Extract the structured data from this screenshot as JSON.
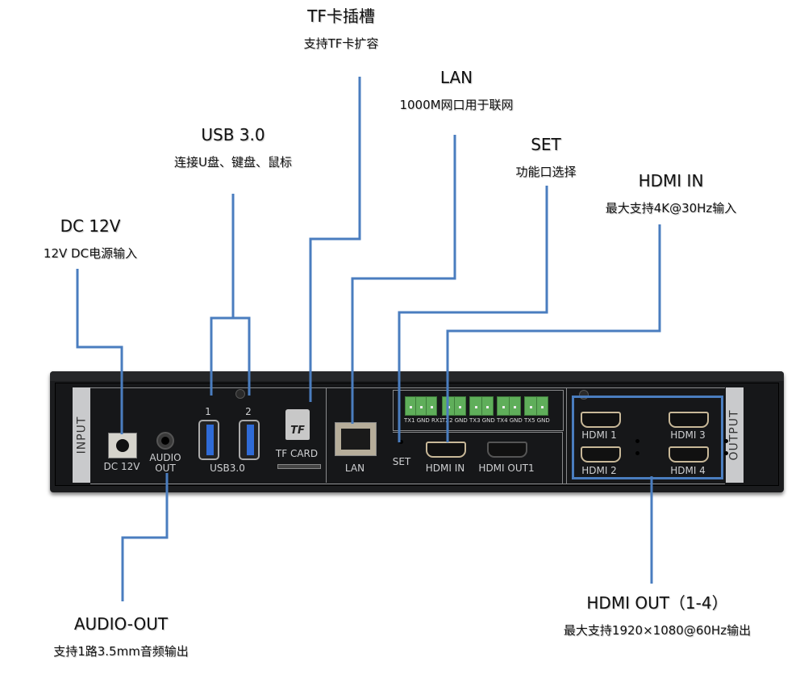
{
  "callouts": {
    "tf_slot": {
      "title": "TF卡插槽",
      "subtitle": "支持TF卡扩容"
    },
    "lan": {
      "title": "LAN",
      "subtitle": "1000M网口用于联网"
    },
    "usb": {
      "title": "USB 3.0",
      "subtitle": "连接U盘、键盘、鼠标"
    },
    "set": {
      "title": "SET",
      "subtitle": "功能口选择"
    },
    "hdmi_in": {
      "title": "HDMI IN",
      "subtitle": "最大支持4K@30Hz输入"
    },
    "dc": {
      "title": "DC 12V",
      "subtitle": "12V DC电源输入"
    },
    "audio": {
      "title": "AUDIO-OUT",
      "subtitle": "支持1路3.5mm音频输出"
    },
    "hdmi_out": {
      "title": "HDMI OUT（1-4）",
      "subtitle": "最大支持1920×1080@60Hz输出"
    }
  },
  "panel": {
    "input_label": "INPUT",
    "output_label": "OUTPUT",
    "dc_label": "DC 12V",
    "audio_label_1": "AUDIO",
    "audio_label_2": "OUT",
    "usb_num_1": "1",
    "usb_num_2": "2",
    "usb_label": "USB3.0",
    "tf_icon_text": "TF",
    "tf_label": "TF CARD",
    "lan_label": "LAN",
    "set_label": "SET",
    "hdmi_in_label": "HDMI IN",
    "hdmi_out1_label": "HDMI OUT1",
    "terminals": [
      "TX1 GND RX1",
      "TX2 GND",
      "TX3 GND",
      "TX4 GND",
      "TX5 GND"
    ],
    "hdmi_outputs": [
      "HDMI 1",
      "HDMI 2",
      "HDMI 3",
      "HDMI 4"
    ]
  },
  "colors": {
    "leader_line": "#4a7dbf",
    "chassis": "#1b1c1e",
    "terminal_green": "#5fae5a",
    "usb_blue": "#2f6bd6"
  }
}
